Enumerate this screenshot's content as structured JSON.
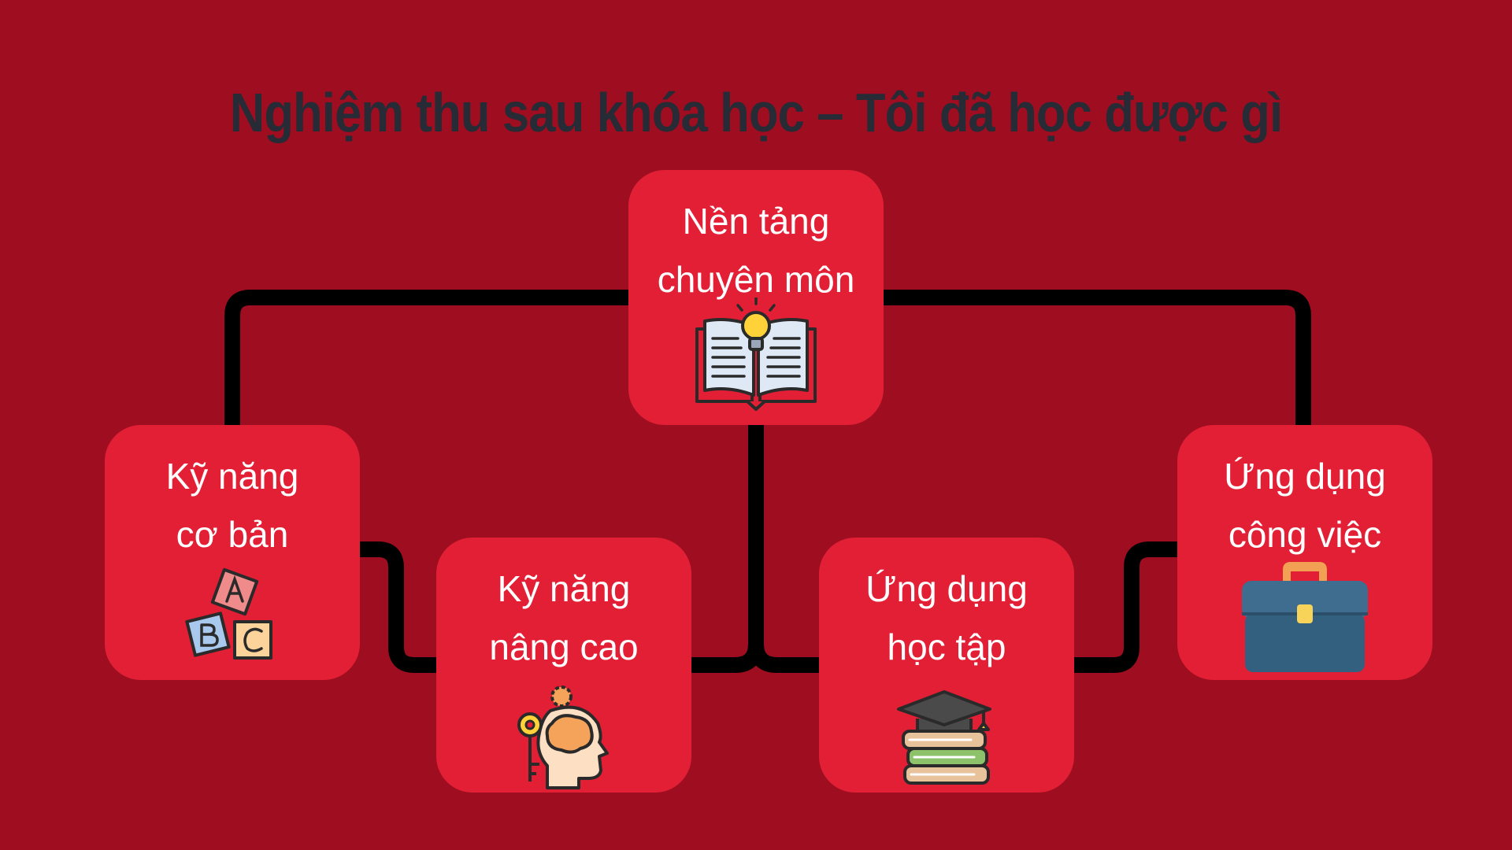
{
  "title": "Nghiệm thu sau khóa học – Tôi đã học được gì",
  "colors": {
    "background": "#9e0e20",
    "canvas": "#ffffff",
    "node_fill": "#e31f35",
    "connector": "#000000",
    "title_text": "#262b36"
  },
  "nodes": {
    "foundation": {
      "line1": "Nền tảng",
      "line2": "chuyên môn",
      "icon": "open-book-lightbulb-icon"
    },
    "basic_skills": {
      "line1": "Kỹ năng",
      "line2": "cơ bản",
      "icon": "abc-blocks-icon"
    },
    "advanced_skills": {
      "line1": "Kỹ năng",
      "line2": "nâng cao",
      "icon": "brain-key-gears-icon"
    },
    "study_application": {
      "line1": "Ứng dụng",
      "line2": "học tập",
      "icon": "graduation-cap-books-icon"
    },
    "work_application": {
      "line1": "Ứng dụng",
      "line2": "công việc",
      "icon": "briefcase-icon"
    }
  },
  "edges": [
    {
      "from": "foundation",
      "to": "basic_skills"
    },
    {
      "from": "foundation",
      "to": "work_application"
    },
    {
      "from": "foundation",
      "to": "advanced_skills"
    },
    {
      "from": "foundation",
      "to": "study_application"
    },
    {
      "from": "basic_skills",
      "to": "advanced_skills"
    },
    {
      "from": "work_application",
      "to": "study_application"
    }
  ]
}
